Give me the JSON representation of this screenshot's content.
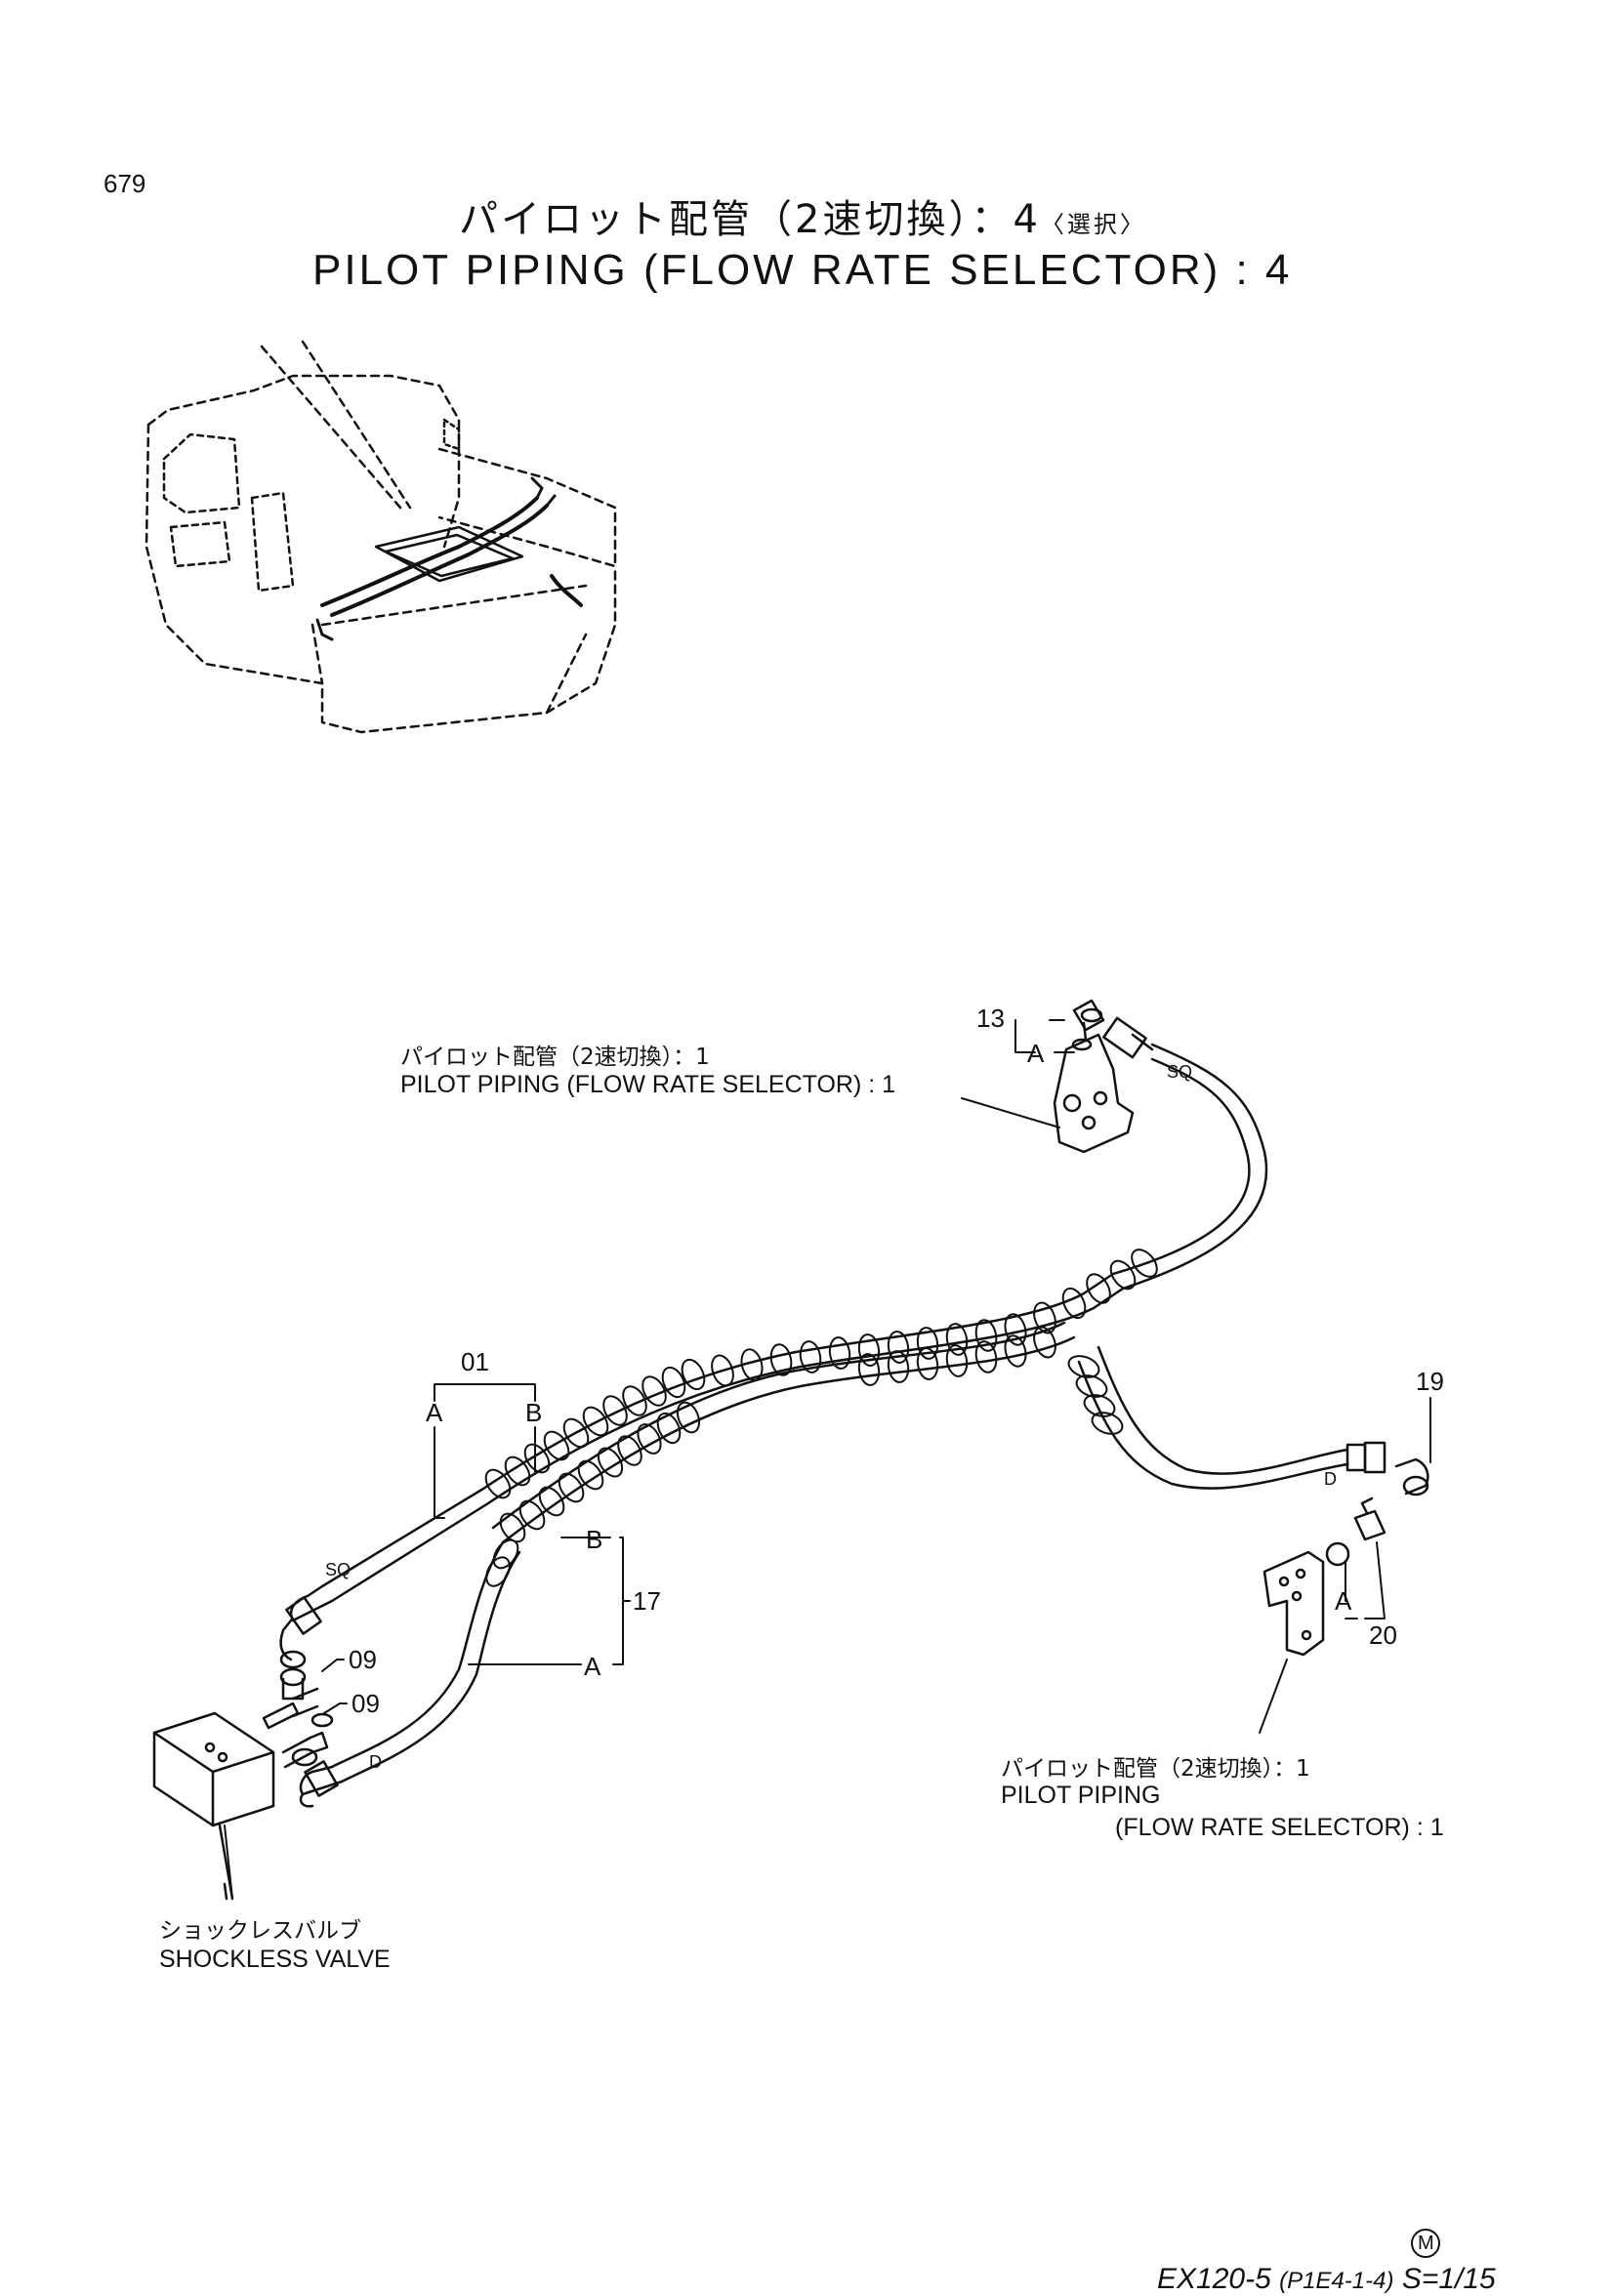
{
  "page_number": "679",
  "title": {
    "jp_main": "パイロット配管（2速切換）：4",
    "jp_option": "〈選択〉",
    "en": "PILOT PIPING (FLOW RATE SELECTOR) : 4"
  },
  "references": {
    "top": {
      "jp": "パイロット配管（2速切換）：1",
      "en": "PILOT PIPING (FLOW RATE SELECTOR) : 1"
    },
    "bottom_right": {
      "jp": "パイロット配管（2速切換）：1",
      "en_line1": "PILOT PIPING",
      "en_line2": "(FLOW RATE SELECTOR) : 1"
    },
    "shockless_valve": {
      "jp": "ショックレスバルブ",
      "en": "SHOCKLESS VALVE"
    }
  },
  "part_numbers": {
    "p13": "13",
    "p01": "01",
    "p17": "17",
    "p09a": "09",
    "p09b": "09",
    "p19": "19",
    "p20": "20"
  },
  "markers": {
    "a": "A",
    "b": "B",
    "sq": "SQ",
    "d": "D"
  },
  "footer": {
    "circle_mark": "M",
    "model": "EX120-5",
    "code": "(P1E4-1-4)",
    "scale": "S=1/15"
  }
}
